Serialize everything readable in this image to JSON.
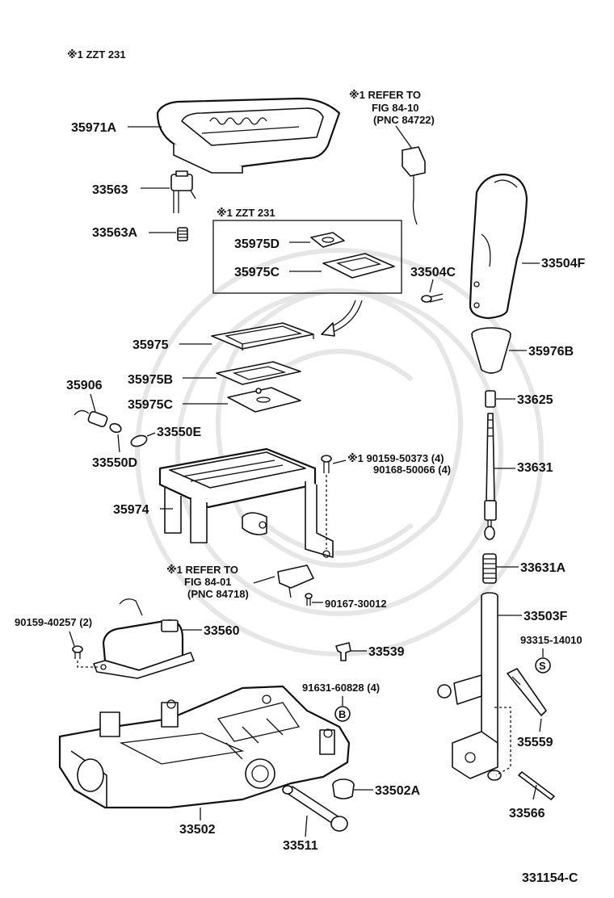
{
  "header_note": "※1  ZZT 231",
  "box_note": "※1  ZZT 231",
  "diagram_code": "331154-C",
  "refs": {
    "top_line1": "※1 REFER TO",
    "top_line2": "FIG 84-10",
    "top_line3": "(PNC 84722)",
    "mid_line1": "※1 REFER TO",
    "mid_line2": "FIG 84-01",
    "mid_line3": "(PNC 84718)"
  },
  "parts": {
    "p35971A": "35971A",
    "p33563": "33563",
    "p33563A": "33563A",
    "p35975D": "35975D",
    "p35975C": "35975C",
    "p35975": "35975",
    "p35975B": "35975B",
    "p35975Cb": "35975C",
    "p35906": "35906",
    "p33550E": "33550E",
    "p33550D": "33550D",
    "p35974": "35974",
    "p33504C": "33504C",
    "p33504F": "33504F",
    "p35976B": "35976B",
    "p33625": "33625",
    "p33631": "33631",
    "p33631A": "33631A",
    "p33503F": "33503F",
    "p90159_50373": "※1 90159-50373 (4)",
    "p90168_50066": "90168-50066 (4)",
    "p90167_30012": "90167-30012",
    "p90159_40257": "90159-40257 (2)",
    "p33560": "33560",
    "p33539": "33539",
    "p93315_14010": "93315-14010",
    "p91631_60828": "91631-60828 (4)",
    "p35559": "35559",
    "p33502A": "33502A",
    "p33502": "33502",
    "p33511": "33511",
    "p33566": "33566"
  },
  "markers": {
    "S": "S",
    "B": "B"
  }
}
